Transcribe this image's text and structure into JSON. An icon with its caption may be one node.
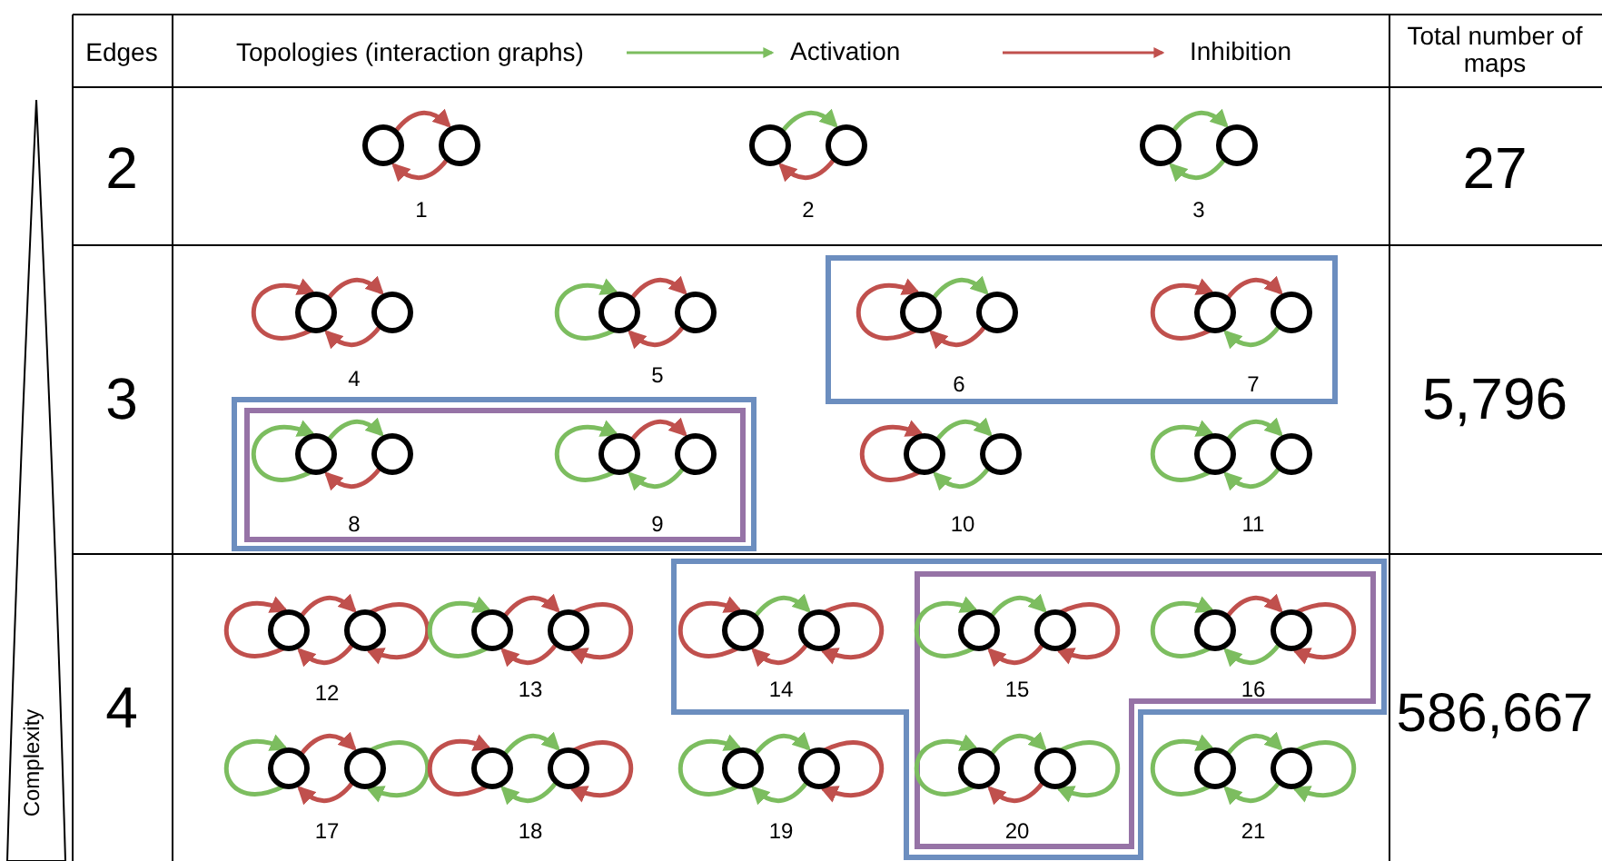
{
  "diagram": {
    "labels": [
      "Edges",
      "Topologies (interaction graphs)",
      "Total number of maps",
      "2",
      "1",
      "2",
      "3",
      "27",
      "3",
      "4",
      "5",
      "6",
      "7",
      "8",
      "9",
      "10",
      "11",
      "5,796",
      "4",
      "12",
      "13",
      "14",
      "15",
      "16",
      "17",
      "18",
      "19",
      "20",
      "21",
      "586,667",
      "Complexity"
    ],
    "legend": [
      {
        "text": "Activation"
      },
      {
        "text": "Inhibition"
      }
    ]
  }
}
